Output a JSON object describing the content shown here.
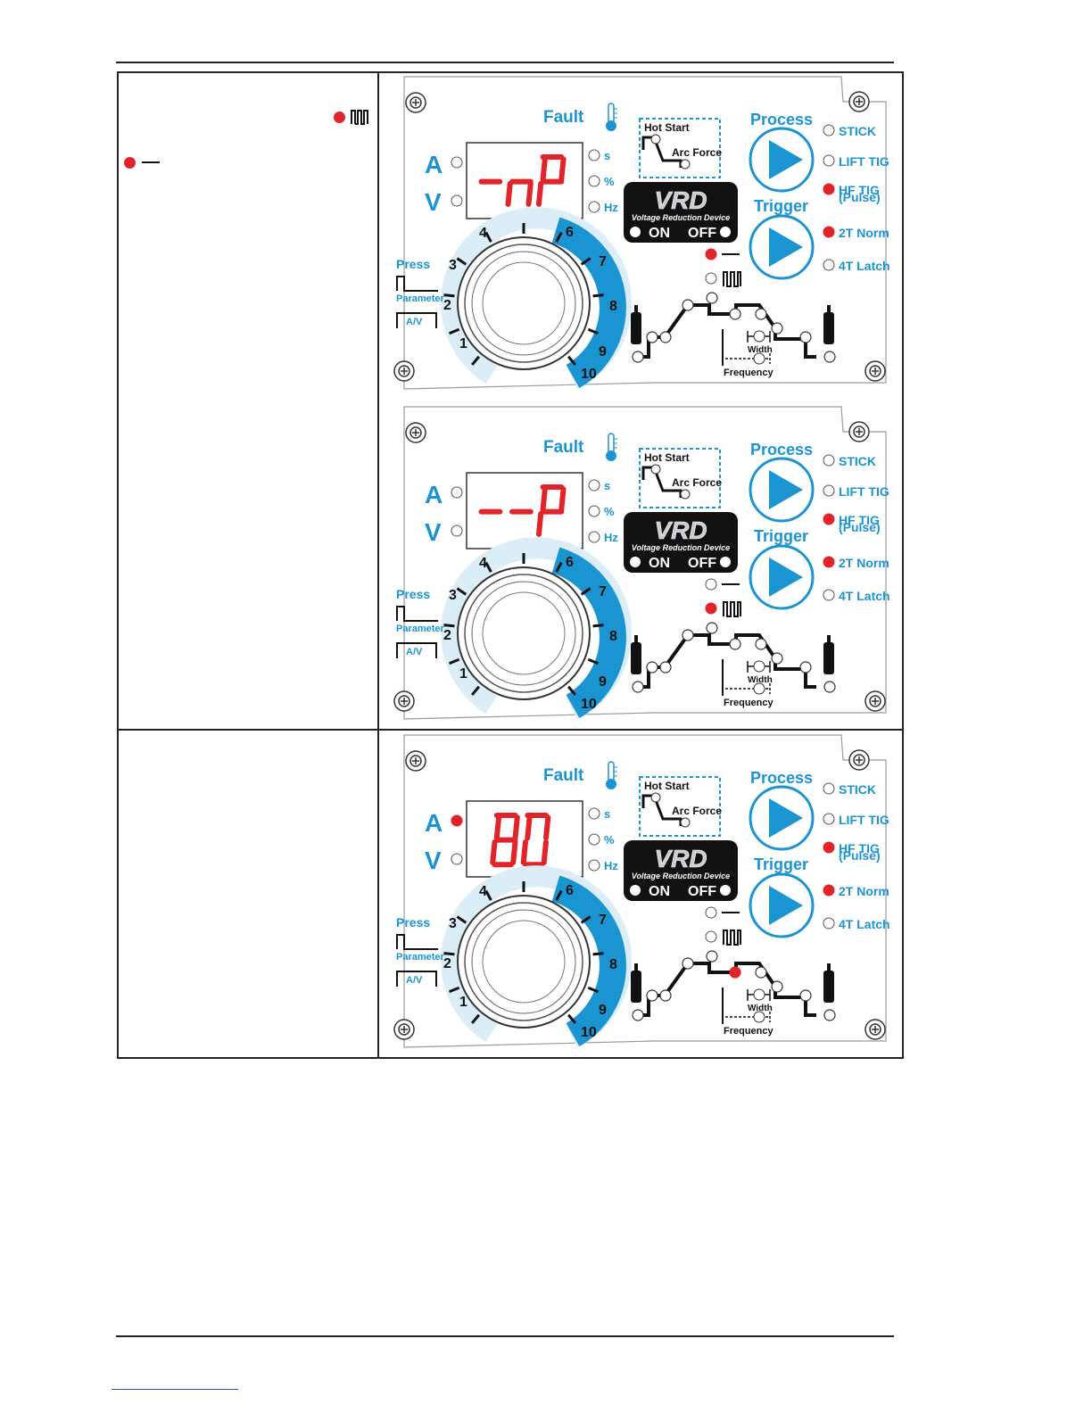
{
  "labels": {
    "fault": "Fault",
    "a": "A",
    "v": "V",
    "unit_s": "s",
    "unit_pct": "%",
    "unit_hz": "Hz",
    "hot_start": "Hot Start",
    "arc_force": "Arc Force",
    "vrd_logo": "VRD",
    "vrd_caption": "Voltage Reduction Device",
    "on": "ON",
    "off": "OFF",
    "process": "Process",
    "trigger": "Trigger",
    "stick": "STICK",
    "lift_tig": "LIFT TIG",
    "hf_tig": "HF TIG",
    "pulse": "(Pulse)",
    "norm_2t": "2T Norm",
    "latch_4t": "4T Latch",
    "press": "Press",
    "parameter": "Parameter",
    "av": "A/V",
    "width": "Width",
    "frequency": "Frequency",
    "dial_numbers": [
      "1",
      "2",
      "3",
      "4",
      "6",
      "7",
      "8",
      "9",
      "10"
    ]
  },
  "panels": [
    {
      "display": "-nP",
      "a_led": false,
      "dc_led": true,
      "pulse_led": false,
      "curve_led": false
    },
    {
      "display": "--P",
      "a_led": false,
      "dc_led": false,
      "pulse_led": true,
      "curve_led": false
    },
    {
      "display": "80",
      "a_led": true,
      "dc_led": false,
      "pulse_led": false,
      "curve_led": true
    }
  ],
  "colors": {
    "blue": "#1b94d2",
    "red": "#e1232a",
    "black": "#111111"
  }
}
